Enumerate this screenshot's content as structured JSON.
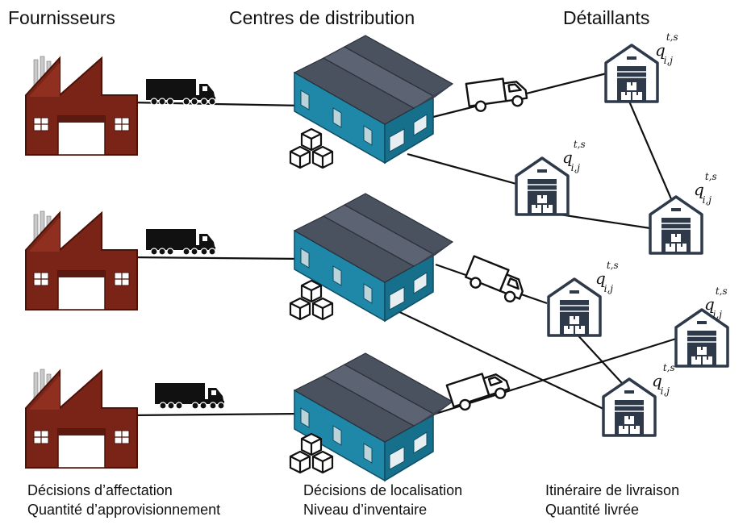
{
  "headers": {
    "suppliers": "Fournisseurs",
    "distribution_centers": "Centres de distribution",
    "retailers": "Détaillants"
  },
  "captions": {
    "suppliers_line1": "Décisions d’affectation",
    "suppliers_line2": "Quantité d’approvisionnement",
    "dc_line1": "Décisions de localisation",
    "dc_line2": "Niveau d’inventaire",
    "retailers_line1": "Itinéraire de livraison",
    "retailers_line2": "Quantité livrée"
  },
  "quantity_label": {
    "base": "q",
    "sup": "t,s",
    "sub": "i,j"
  },
  "icons": {
    "factory": "factory-icon",
    "truck": "truck-icon",
    "warehouse": "warehouse-icon",
    "boxes": "boxes-icon",
    "van": "van-icon",
    "retail_store": "retail-warehouse-icon"
  },
  "colors": {
    "factory": "#7a2418",
    "warehouse_wall": "#1f88a8",
    "warehouse_roof": "#4a5260",
    "retailer_outline": "#2e3a4a",
    "line": "#111111"
  }
}
